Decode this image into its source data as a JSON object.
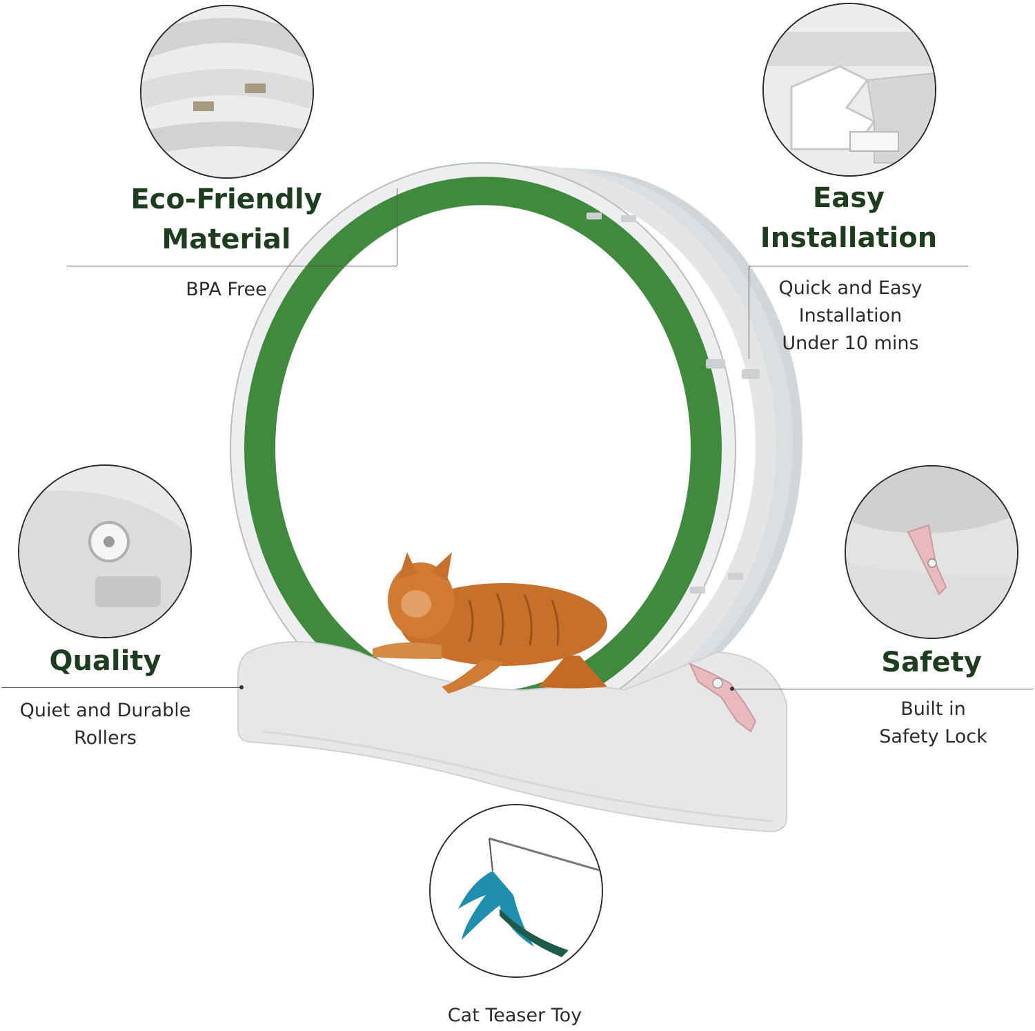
{
  "features": {
    "eco": {
      "title_line1": "Eco-Friendly",
      "title_line2": "Material",
      "desc": "BPA Free"
    },
    "install": {
      "title_line1": "Easy",
      "title_line2": "Installation",
      "desc_line1": "Quick and Easy",
      "desc_line2": "Installation",
      "desc_line3": "Under 10 mins"
    },
    "quality": {
      "title": "Quality",
      "desc_line1": "Quiet and Durable",
      "desc_line2": "Rollers"
    },
    "safety": {
      "title": "Safety",
      "desc_line1": "Built in",
      "desc_line2": "Safety Lock"
    },
    "toy": {
      "label": "Cat Teaser Toy"
    }
  },
  "colors": {
    "heading": "#1e3d1f",
    "turf": "#3f8a3d",
    "wheel": "#e4e6e7",
    "lock": "#e8b9bd",
    "cat": "#c7702b",
    "feather": "#1f8fb0"
  }
}
